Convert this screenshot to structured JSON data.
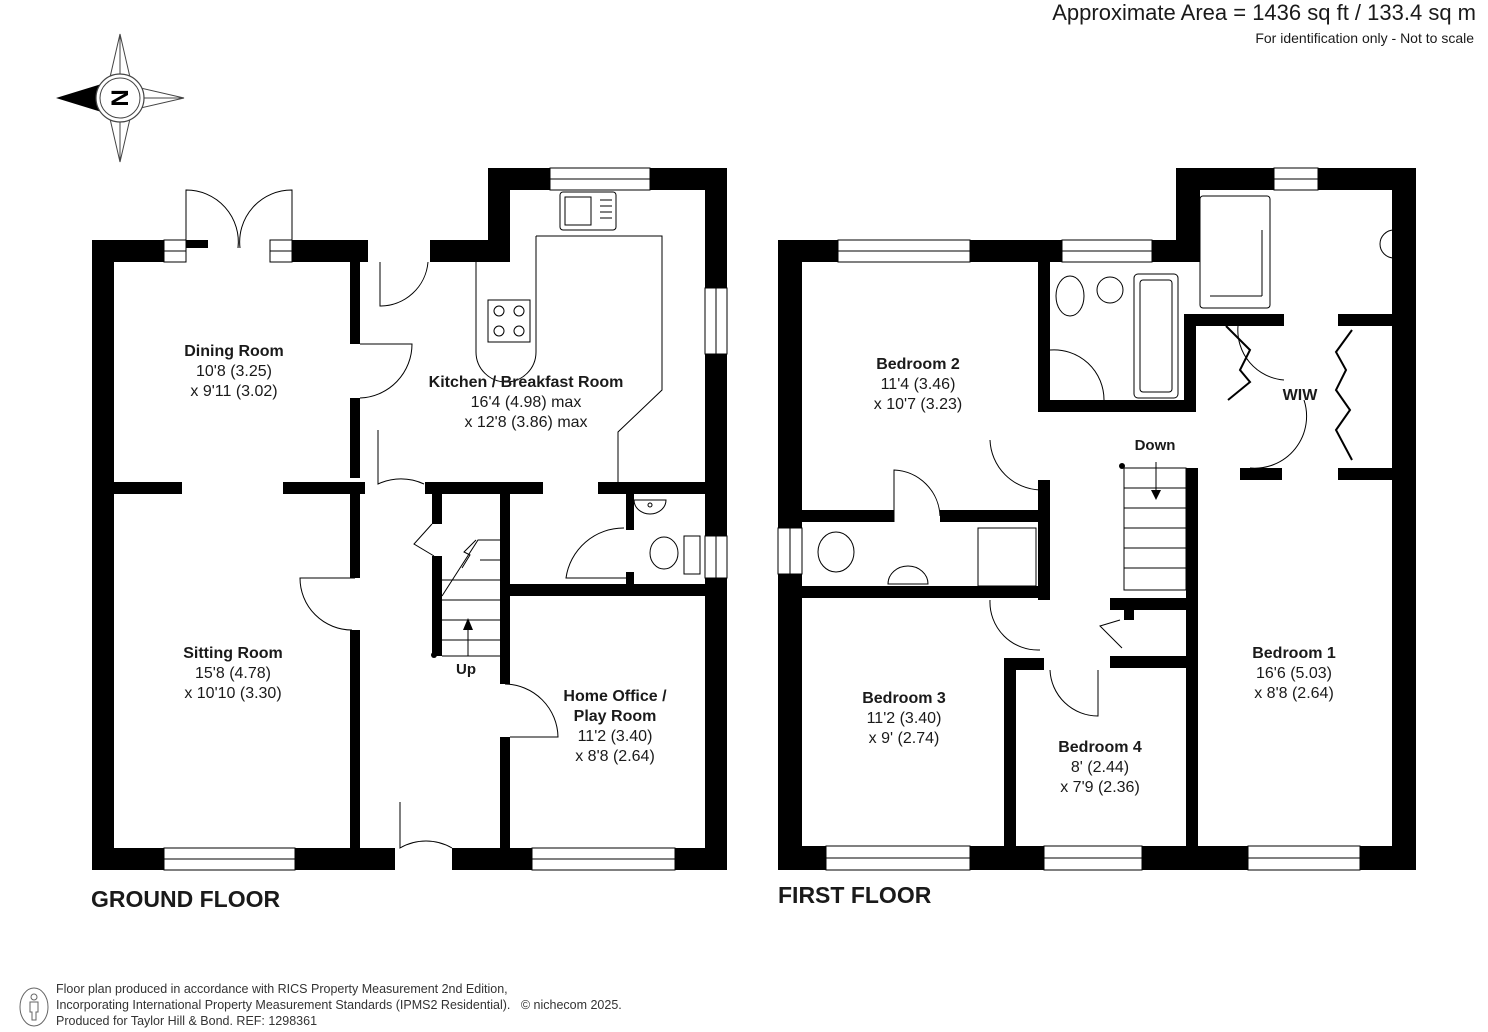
{
  "header": {
    "area": "Approximate Area = 1436 sq ft / 133.4 sq m",
    "disclaimer": "For identification only - Not to scale"
  },
  "compass": {
    "icon": "compass-north-icon",
    "letter": "N"
  },
  "ground_floor": {
    "title": "GROUND FLOOR",
    "rooms": [
      {
        "name": "Dining Room",
        "dim1": "10'8 (3.25)",
        "dim2": "x 9'11 (3.02)"
      },
      {
        "name": "Kitchen / Breakfast Room",
        "dim1": "16'4 (4.98) max",
        "dim2": "x 12'8 (3.86) max"
      },
      {
        "name": "Sitting Room",
        "dim1": "15'8 (4.78)",
        "dim2": "x 10'10 (3.30)"
      },
      {
        "name_line1": "Home Office /",
        "name_line2": "Play Room",
        "dim1": "11'2 (3.40)",
        "dim2": "x 8'8 (2.64)"
      }
    ],
    "stairs_label": "Up"
  },
  "first_floor": {
    "title": "FIRST FLOOR",
    "rooms": [
      {
        "name": "Bedroom 2",
        "dim1": "11'4 (3.46)",
        "dim2": "x 10'7 (3.23)"
      },
      {
        "name": "Bedroom 3",
        "dim1": "11'2 (3.40)",
        "dim2": "x 9' (2.74)"
      },
      {
        "name": "Bedroom 4",
        "dim1": "8' (2.44)",
        "dim2": "x 7'9 (2.36)"
      },
      {
        "name": "Bedroom 1",
        "dim1": "16'6 (5.03)",
        "dim2": "x 8'8 (2.64)"
      }
    ],
    "wiw_label": "WIW",
    "stairs_label": "Down"
  },
  "footer": {
    "line1": "Floor plan produced in accordance with RICS Property Measurement 2nd Edition,",
    "line2": "Incorporating International Property Measurement Standards (IPMS2 Residential).",
    "copyright": "© nichecom 2025.",
    "line3": "Produced for Taylor Hill & Bond.   REF: 1298361"
  }
}
